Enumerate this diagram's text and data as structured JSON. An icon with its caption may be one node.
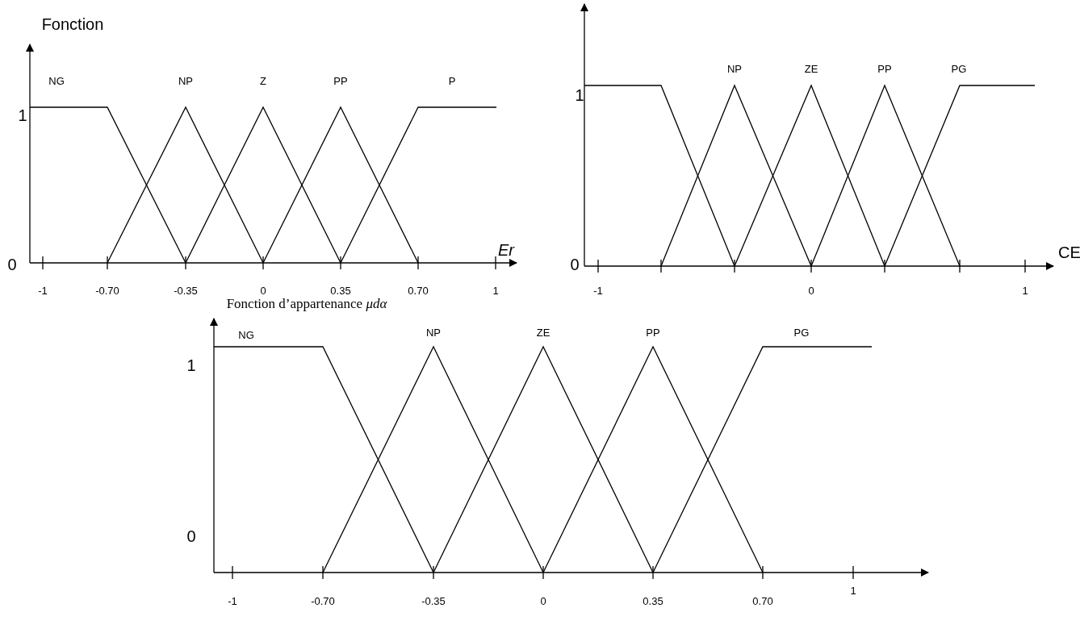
{
  "diagram": {
    "labels": [
      "Fonction",
      "NG",
      "NP",
      "Z",
      "PP",
      "P",
      "1",
      "0",
      "Er",
      "-1",
      "-0.70",
      "-0.35",
      "0",
      "0.35",
      "0.70",
      "1",
      "1",
      "NP",
      "ZE",
      "PP",
      "PG",
      "0",
      "CE",
      "-1",
      "0",
      "1",
      "Fonction d’appartenance *μdα*",
      "NG",
      "NP",
      "ZE",
      "PP",
      "PG",
      "1",
      "0",
      "-1",
      "-0.70",
      "-0.35",
      "0",
      "0.35",
      "0.70",
      "1"
    ]
  }
}
